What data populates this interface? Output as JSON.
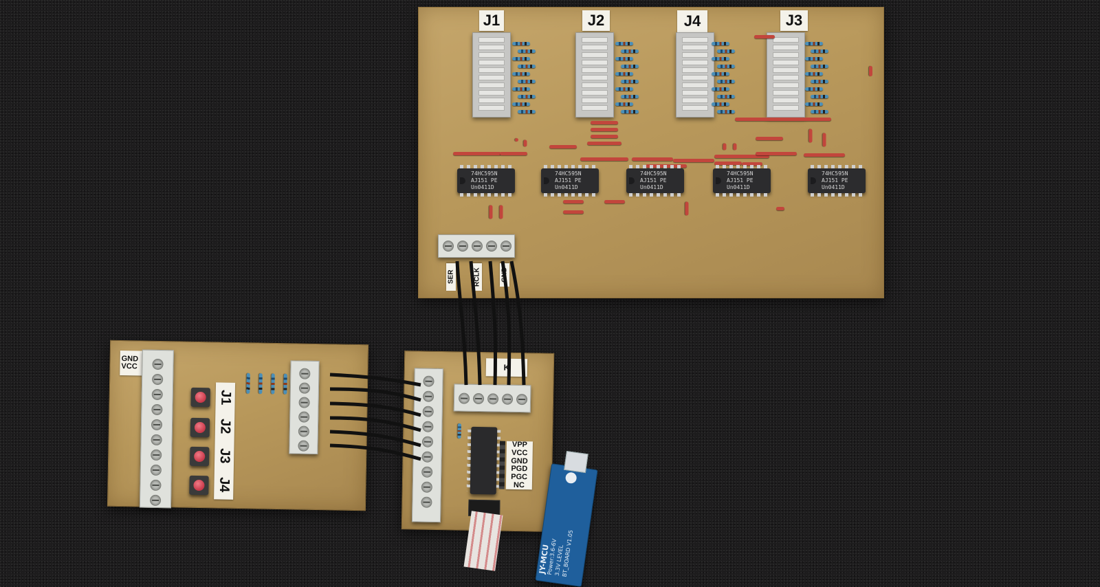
{
  "main_board": {
    "display_labels": [
      "J1",
      "J2",
      "J4",
      "J3"
    ],
    "ic_chips": [
      {
        "line1": "74HC595N",
        "line2": "AJ151    PE",
        "line3": "Un0411D"
      },
      {
        "line1": "74HC595N",
        "line2": "AJ151    PE",
        "line3": "Un0411D"
      },
      {
        "line1": "74HC595N",
        "line2": "AJ151    PE",
        "line3": "Un0411D"
      },
      {
        "line1": "74HC595N",
        "line2": "AJ151    PE",
        "line3": "Un0411D"
      },
      {
        "line1": "74HC595N",
        "line2": "AJ151    PE",
        "line3": "Un0411D"
      }
    ],
    "connector_labels": [
      "SER",
      "RCLK",
      "GND"
    ]
  },
  "button_board": {
    "power_labels": [
      "GND",
      "VCC"
    ],
    "button_labels": [
      "J1",
      "J2",
      "J3",
      "J4"
    ]
  },
  "controller_board": {
    "connector_labels": [
      "K"
    ],
    "programming_header_labels": [
      "VPP",
      "VCC",
      "GND",
      "PGD",
      "PGC",
      "NC"
    ]
  },
  "adapter_module": {
    "text_lines": [
      "JY-MCU",
      "Power:3.6-6V",
      "3.3V LEVEL",
      "BT_BOARD V1.05"
    ]
  }
}
